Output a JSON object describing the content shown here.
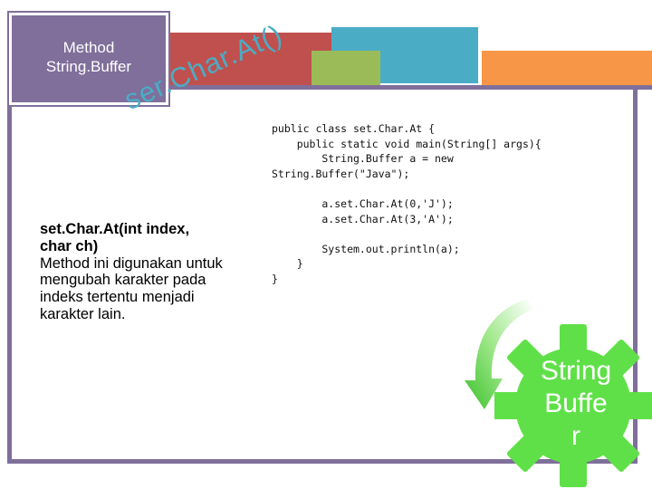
{
  "slide": {
    "title_line1": "Method",
    "title_line2": "String.Buffer",
    "wordart": "ser.Char.At()",
    "description": {
      "signature_line1": "set.Char.At(int index,",
      "signature_line2": "char ch)",
      "body": "Method ini digunakan untuk mengubah karakter pada indeks tertentu menjadi karakter lain."
    },
    "code": "public class set.Char.At {\n    public static void main(String[] args){\n        String.Buffer a = new\nString.Buffer(\"Java\");\n\n        a.set.Char.At(0,'J');\n        a.set.Char.At(3,'A');\n\n        System.out.println(a);\n    }\n}",
    "gear_label_line1": "String",
    "gear_label_line2": "Buffe",
    "gear_label_line3": "r"
  },
  "colors": {
    "frame": "#7f6f9a",
    "red": "#c0504d",
    "blue": "#4bacc6",
    "green": "#9bbb59",
    "orange": "#f79646",
    "gear": "#5fe048"
  },
  "icons": {
    "gear": "gear-icon",
    "arrow": "cycle-arrow-icon"
  }
}
